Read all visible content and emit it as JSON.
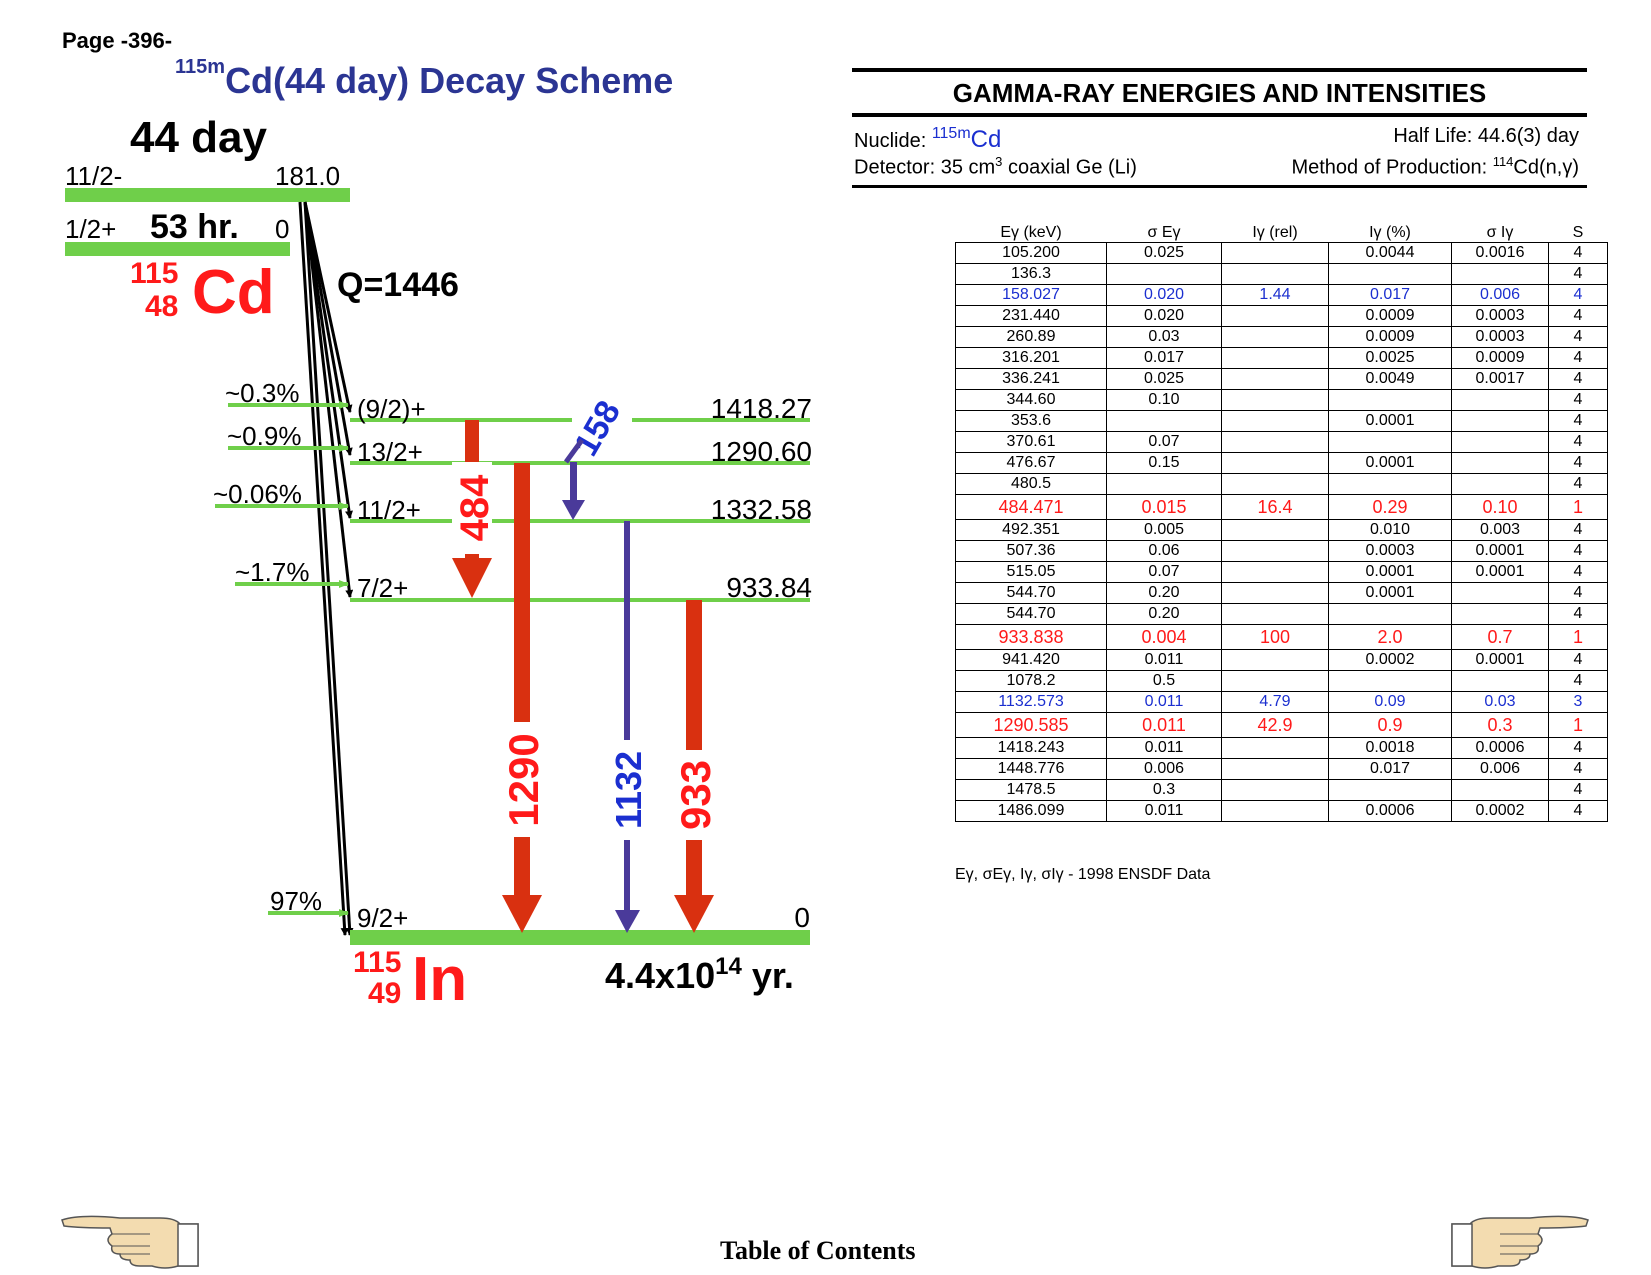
{
  "page_label": "Page -396-",
  "scheme": {
    "title_mass": "115m",
    "title_text": "Cd(44 day) Decay Scheme",
    "parent_halflife": "44 day",
    "parent_spin": "11/2-",
    "parent_energy": "181.0",
    "ground_spin": "1/2+",
    "ground_halflife": "53 hr.",
    "ground_energy": "0",
    "parent_nucleus": {
      "mass": "115",
      "z": "48",
      "symbol": "Cd"
    },
    "q_value": "Q=1446",
    "daughter_nucleus": {
      "mass": "115",
      "z": "49",
      "symbol": "In"
    },
    "daughter_halflife_base": "4.4x10",
    "daughter_halflife_exp": "14",
    "daughter_halflife_unit": " yr.",
    "levels": [
      {
        "spin": "(9/2)+",
        "energy": "1418.27",
        "branch": "~0.3%"
      },
      {
        "spin": "13/2+",
        "energy": "1290.60",
        "branch": "~0.9%"
      },
      {
        "spin": "11/2+",
        "energy": "1332.58",
        "branch": "~0.06%"
      },
      {
        "spin": "7/2+",
        "energy": "933.84",
        "branch": "~1.7%"
      },
      {
        "spin": "9/2+",
        "energy": "0",
        "branch": "97%"
      }
    ],
    "gammas": [
      {
        "label": "484",
        "color": "#ff1a1a"
      },
      {
        "label": "158",
        "color": "#1b2fd0"
      },
      {
        "label": "1290",
        "color": "#ff1a1a"
      },
      {
        "label": "1132",
        "color": "#1b2fd0"
      },
      {
        "label": "933",
        "color": "#ff1a1a"
      }
    ],
    "colors": {
      "level": "#6fcf4a",
      "red_arrow": "#d93010",
      "purple_arrow": "#4a3a9a",
      "red_text": "#ff1a1a",
      "blue_text": "#1b2fd0",
      "title": "#2b3593"
    }
  },
  "panel": {
    "title": "GAMMA-RAY ENERGIES AND INTENSITIES",
    "nuclide_label": "Nuclide: ",
    "nuclide_mass": "115m",
    "nuclide_symbol": "Cd",
    "halflife": "Half Life: 44.6(3) day",
    "detector_pre": "Detector: 35 cm",
    "detector_sup": "3",
    "detector_post": " coaxial Ge (Li)",
    "method_pre": "Method of Production: ",
    "method_sup": "114",
    "method_post": "Cd(n,γ)",
    "columns": [
      "Eγ (keV)",
      "σ Eγ",
      "Iγ (rel)",
      "Iγ (%)",
      "σ Iγ",
      "S"
    ],
    "rows": [
      [
        "105.200",
        "0.025",
        "",
        "0.0044",
        "0.0016",
        "4"
      ],
      [
        "136.3",
        "",
        "",
        "",
        "",
        "4"
      ],
      [
        "158.027",
        "0.020",
        "1.44",
        "0.017",
        "0.006",
        "4"
      ],
      [
        "231.440",
        "0.020",
        "",
        "0.0009",
        "0.0003",
        "4"
      ],
      [
        "260.89",
        "0.03",
        "",
        "0.0009",
        "0.0003",
        "4"
      ],
      [
        "316.201",
        "0.017",
        "",
        "0.0025",
        "0.0009",
        "4"
      ],
      [
        "336.241",
        "0.025",
        "",
        "0.0049",
        "0.0017",
        "4"
      ],
      [
        "344.60",
        "0.10",
        "",
        "",
        "",
        "4"
      ],
      [
        "353.6",
        "",
        "",
        "0.0001",
        "",
        "4"
      ],
      [
        "370.61",
        "0.07",
        "",
        "",
        "",
        "4"
      ],
      [
        "476.67",
        "0.15",
        "",
        "0.0001",
        "",
        "4"
      ],
      [
        "480.5",
        "",
        "",
        "",
        "",
        "4"
      ],
      [
        "484.471",
        "0.015",
        "16.4",
        "0.29",
        "0.10",
        "1"
      ],
      [
        "492.351",
        "0.005",
        "",
        "0.010",
        "0.003",
        "4"
      ],
      [
        "507.36",
        "0.06",
        "",
        "0.0003",
        "0.0001",
        "4"
      ],
      [
        "515.05",
        "0.07",
        "",
        "0.0001",
        "0.0001",
        "4"
      ],
      [
        "544.70",
        "0.20",
        "",
        "0.0001",
        "",
        "4"
      ],
      [
        "544.70",
        "0.20",
        "",
        "",
        "",
        "4"
      ],
      [
        "933.838",
        "0.004",
        "100",
        "2.0",
        "0.7",
        "1"
      ],
      [
        "941.420",
        "0.011",
        "",
        "0.0002",
        "0.0001",
        "4"
      ],
      [
        "1078.2",
        "0.5",
        "",
        "",
        "",
        "4"
      ],
      [
        "1132.573",
        "0.011",
        "4.79",
        "0.09",
        "0.03",
        "3"
      ],
      [
        "1290.585",
        "0.011",
        "42.9",
        "0.9",
        "0.3",
        "1"
      ],
      [
        "1418.243",
        "0.011",
        "",
        "0.0018",
        "0.0006",
        "4"
      ],
      [
        "1448.776",
        "0.006",
        "",
        "0.017",
        "0.006",
        "4"
      ],
      [
        "1478.5",
        "0.3",
        "",
        "",
        "",
        "4"
      ],
      [
        "1486.099",
        "0.011",
        "",
        "0.0006",
        "0.0002",
        "4"
      ]
    ],
    "row_styles": [
      "",
      "",
      "blue",
      "",
      "",
      "",
      "",
      "",
      "",
      "",
      "",
      "",
      "red",
      "",
      "",
      "",
      "",
      "",
      "red",
      "",
      "",
      "blue",
      "red",
      "",
      "",
      "",
      ""
    ],
    "footnote": "Eγ, σEγ, Iγ, σIγ - 1998 ENSDF Data"
  },
  "footer": {
    "toc": "Table of Contents",
    "prev_icon": "pointing-hand-left-icon",
    "next_icon": "pointing-hand-right-icon"
  }
}
